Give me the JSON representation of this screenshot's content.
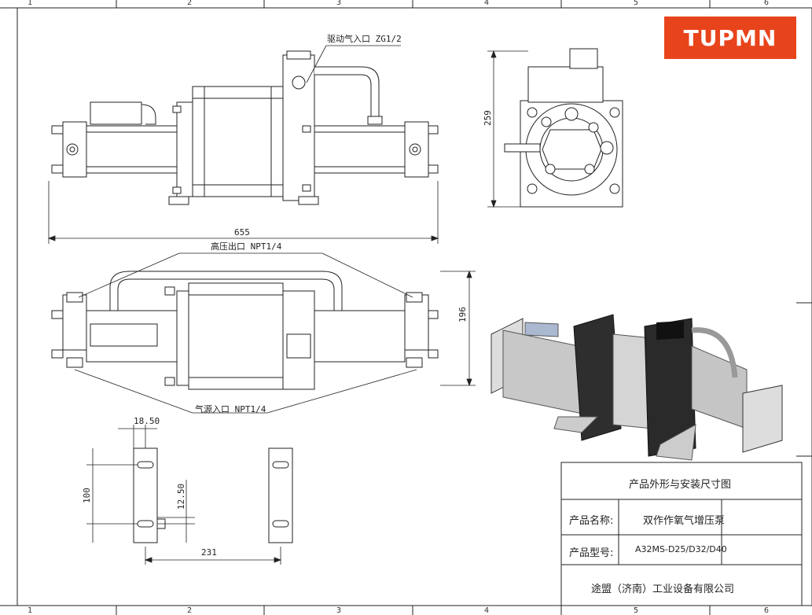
{
  "brand": {
    "logo_text": "TUPMN",
    "logo_color": "#E8441C"
  },
  "border": {
    "top_columns": [
      "1",
      "2",
      "3",
      "4",
      "5",
      "6"
    ],
    "bottom_columns": [
      "1",
      "2",
      "3",
      "4",
      "5",
      "6"
    ]
  },
  "front_view": {
    "drive_air_inlet_label": "驱动气入口 ZG1/2",
    "width_dim": "655"
  },
  "side_view": {
    "height_dim": "259"
  },
  "top_view": {
    "hp_outlet_label": "高压出口 NPT1/4",
    "gas_inlet_label": "气源入口 NPT1/4",
    "height_dim": "196"
  },
  "mount_view": {
    "width_dim": "18.50",
    "spacing_dim": "100",
    "offset_dim": "12.50",
    "span_dim": "231"
  },
  "title_block": {
    "title": "产品外形与安装尺寸图",
    "name_label": "产品名称:",
    "name_value": "双作作氧气增压泵",
    "model_label": "产品型号:",
    "model_value": "A32MS-D25/D32/D40",
    "company": "途盟（济南）工业设备有限公司"
  }
}
